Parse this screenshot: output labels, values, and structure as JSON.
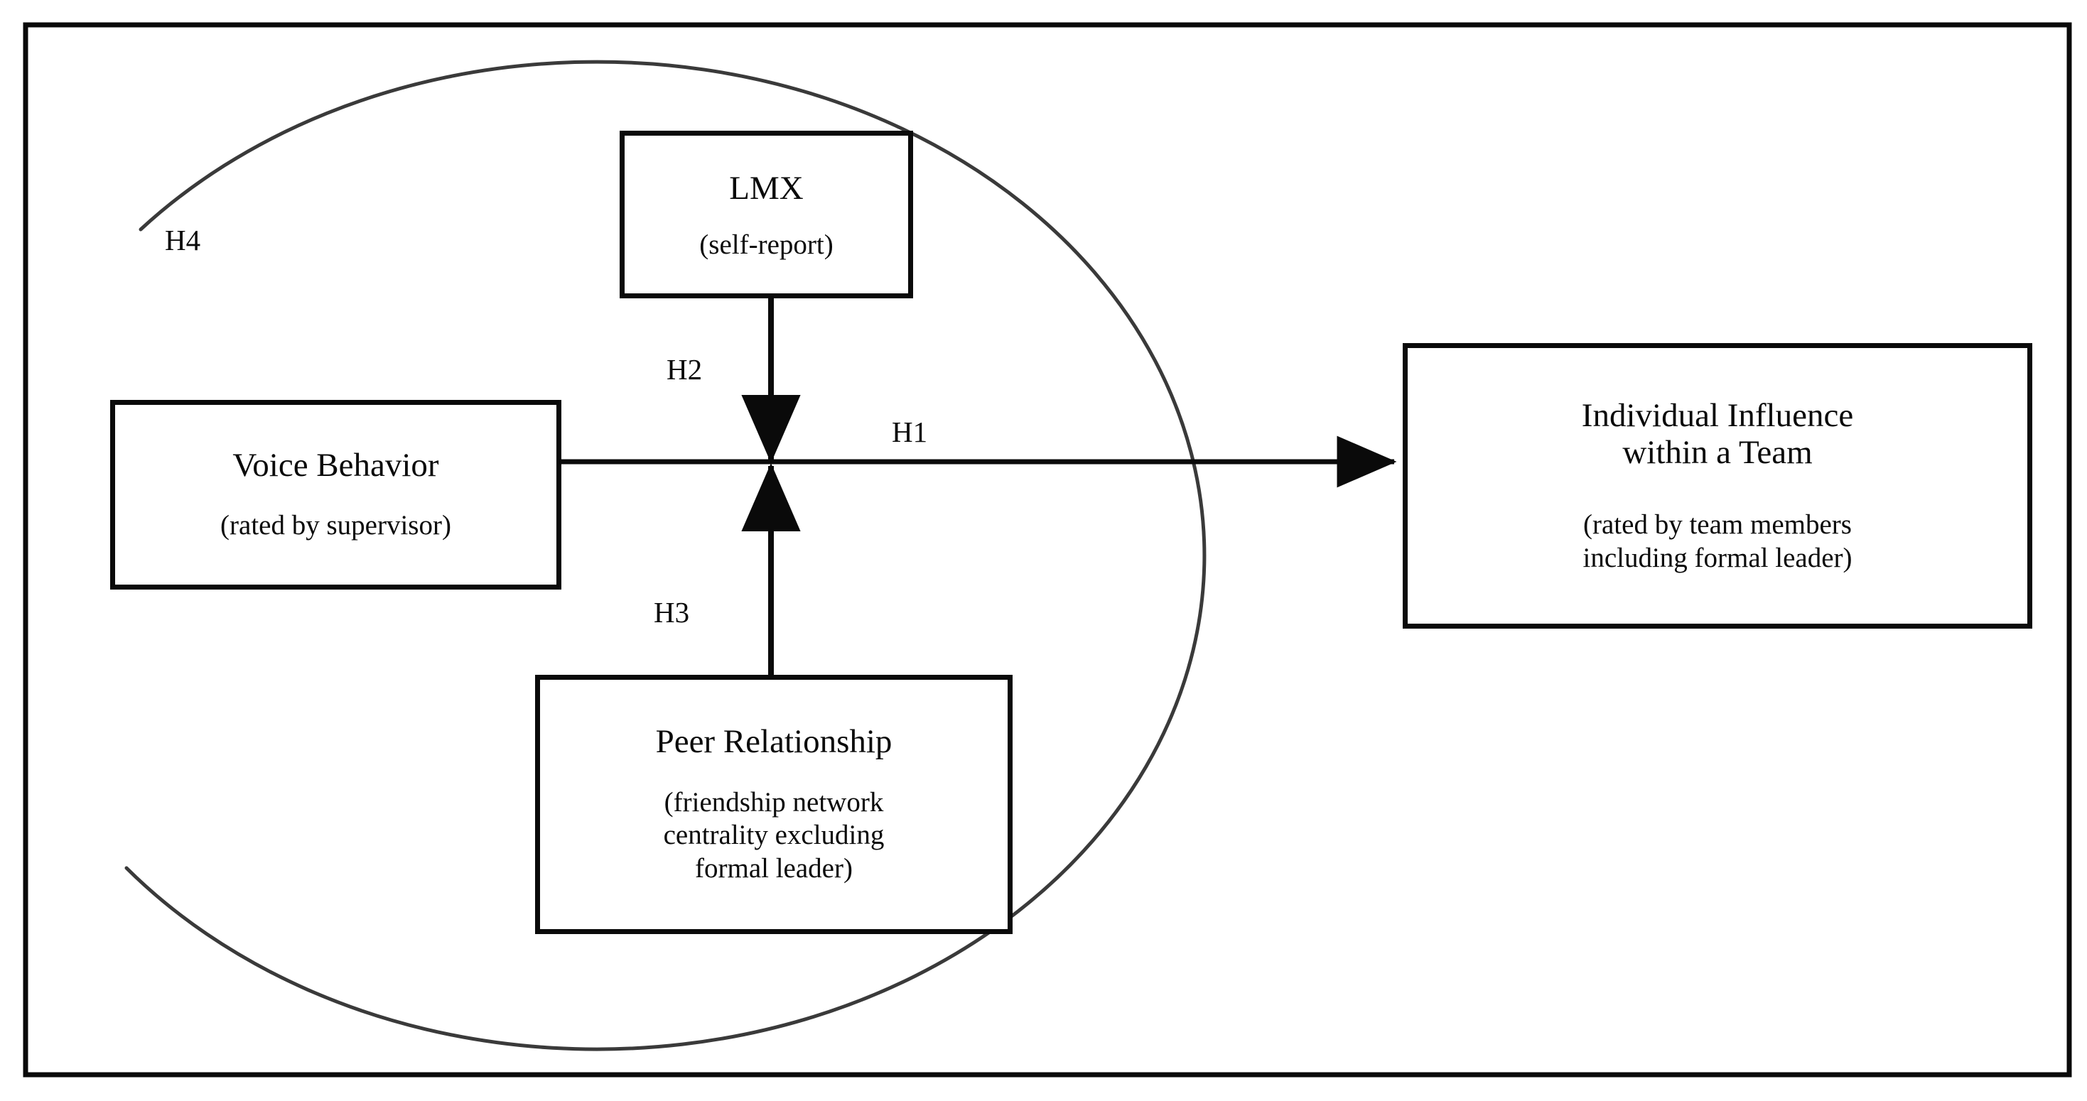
{
  "figure": {
    "type": "conceptual-research-model",
    "frame": {
      "border_color": "#0a0a0a"
    },
    "boundary_label": "H4"
  },
  "nodes": [
    {
      "id": "lmx",
      "title": "LMX",
      "subtitle": "(self-report)"
    },
    {
      "id": "voice",
      "title": "Voice Behavior",
      "subtitle": "(rated by supervisor)"
    },
    {
      "id": "peer",
      "title": "Peer Relationship",
      "subtitle": "(friendship network\ncentrality excluding\nformal leader)"
    },
    {
      "id": "influence",
      "title": "Individual Influence\nwithin a Team",
      "subtitle": "(rated by team members\nincluding formal leader)"
    }
  ],
  "hypotheses": [
    {
      "id": "h1",
      "label": "H1",
      "from": "voice",
      "to": "influence",
      "kind": "direct-effect"
    },
    {
      "id": "h2",
      "label": "H2",
      "from": "lmx",
      "to": "h1-path",
      "kind": "moderation"
    },
    {
      "id": "h3",
      "label": "H3",
      "from": "peer",
      "to": "h1-path",
      "kind": "moderation"
    },
    {
      "id": "h4",
      "label": "H4",
      "from": "boundary",
      "to": "model",
      "kind": "ellipse-boundary"
    }
  ],
  "colors": {
    "line": "#0a0a0a",
    "ellipse": "#3a3a3a",
    "background": "#ffffff"
  }
}
